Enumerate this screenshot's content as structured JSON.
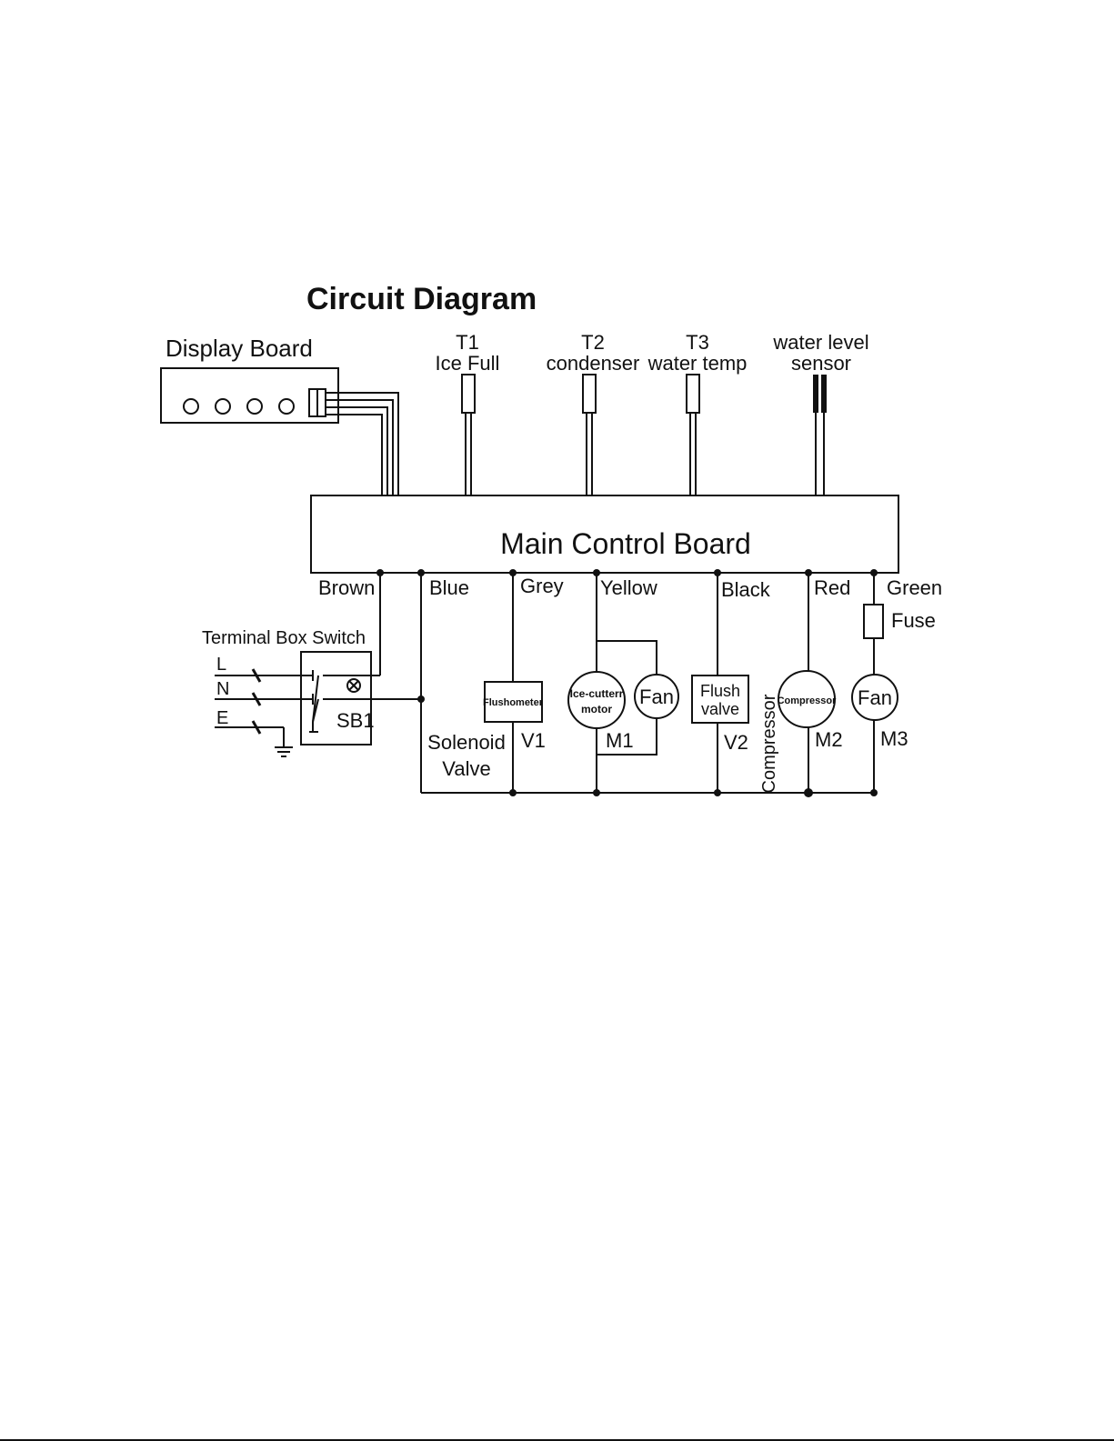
{
  "title": "Circuit  Diagram",
  "display_board": {
    "label": "Display Board"
  },
  "sensors": [
    {
      "id": "T1",
      "name": "Ice Full"
    },
    {
      "id": "T2",
      "name": "condenser"
    },
    {
      "id": "T3",
      "name": "water temp"
    },
    {
      "id": "",
      "name": "water level",
      "name2": "sensor"
    }
  ],
  "main_board": {
    "label": "Main Control Board"
  },
  "wires": [
    "Brown",
    "Blue",
    "Grey",
    "Yellow",
    "Black",
    "Red",
    "Green"
  ],
  "terminal": {
    "label": "Terminal Box  Switch",
    "lines": [
      "L",
      "N",
      "E"
    ],
    "switch_id": "SB1"
  },
  "components": {
    "solenoid": {
      "label1": "Solenoid",
      "label2": "Valve"
    },
    "flushometer": {
      "label": "Flushometer",
      "id": "V1"
    },
    "ice_cutter": {
      "label1": "Ice-cutterr",
      "label2": "motor",
      "id": "M1"
    },
    "fan1": {
      "label": "Fan"
    },
    "flush_valve": {
      "label1": "Flush",
      "label2": "valve",
      "id": "V2"
    },
    "compressor": {
      "label": "Compressor",
      "side_label": "Compressor",
      "id": "M2"
    },
    "fuse": {
      "label": "Fuse"
    },
    "fan2": {
      "label": "Fan",
      "id": "M3"
    }
  }
}
